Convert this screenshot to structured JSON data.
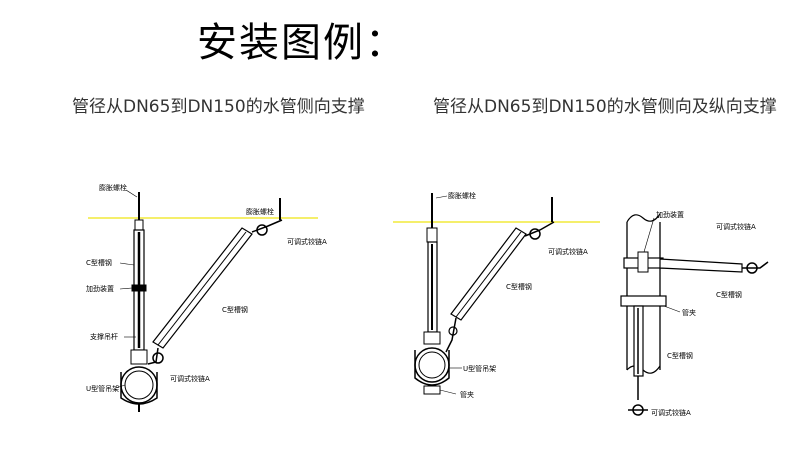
{
  "header": {
    "title": "安装图例："
  },
  "left_diagram": {
    "caption": "管径从DN65到DN150的水管侧向支撑",
    "labels": {
      "expansion_bolt": "膨胀螺栓",
      "expansion_bolt_2": "膨胀螺栓",
      "adjustable_hinge_top": "可调式铰链A",
      "c_channel_vertical": "C型槽钢",
      "stiffener": "加劲装置",
      "c_channel_diagonal": "C型槽钢",
      "support_rod": "支撑吊杆",
      "adjustable_hinge_bottom": "可调式铰链A",
      "u_pipe_hanger": "U型管吊架"
    }
  },
  "right_diagram": {
    "caption": "管径从DN65到DN150的水管侧向及纵向支撑",
    "labels": {
      "expansion_bolt": "膨胀螺栓",
      "adjustable_hinge": "可调式铰链A",
      "c_channel": "C型槽钢",
      "u_pipe_hanger": "U型管吊架",
      "pipe_clamp": "管夹",
      "stiffener": "加劲装置",
      "adjustable_hinge_side": "可调式铰链A",
      "c_channel_side": "C型槽钢",
      "pipe_clamp_side": "管夹",
      "c_channel_lower": "C型槽钢",
      "adjustable_hinge_bottom": "可调式铰链A"
    }
  },
  "colors": {
    "ceiling_line": "#f2ea3a",
    "stroke": "#000000"
  }
}
